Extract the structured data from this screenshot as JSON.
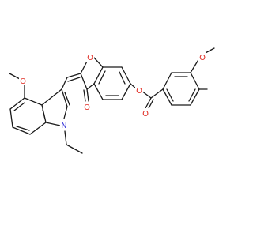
{
  "atom_labels": {
    "o_furan": "O",
    "o_ketone": "O",
    "o_ester_link": "O",
    "o_ester_carbonyl": "O",
    "o_methoxy_right": "O",
    "o_methoxy_left": "O",
    "n_indole": "N"
  },
  "colors": {
    "oxygen": "#e0271e",
    "nitrogen": "#2d2bd6",
    "bond": "#1a1a1a"
  }
}
